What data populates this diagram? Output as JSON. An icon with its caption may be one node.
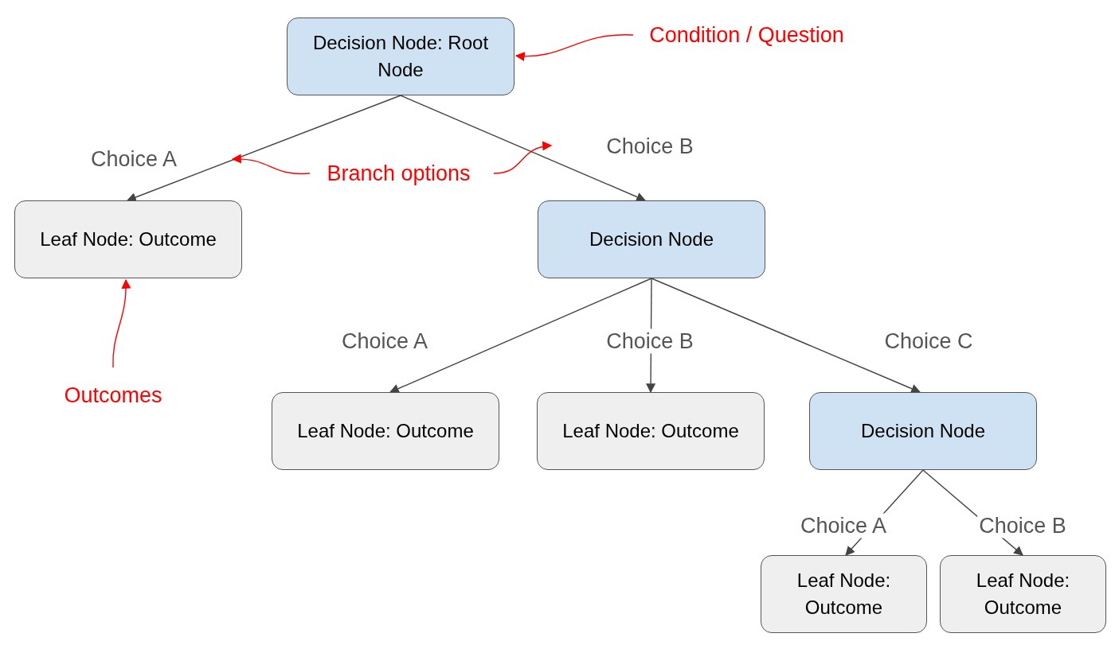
{
  "diagram": {
    "nodes": [
      {
        "text": [
          "Decision Node: Root Node"
        ]
      },
      {
        "text": [
          "Leaf Node: Outcome"
        ]
      },
      {
        "text": [
          "Decision Node"
        ]
      },
      {
        "text": [
          "Leaf Node: Outcome"
        ]
      },
      {
        "text": [
          "Leaf Node: Outcome"
        ]
      },
      {
        "text": [
          "Decision Node"
        ]
      },
      {
        "text": [
          "Leaf Node: Outcome"
        ]
      },
      {
        "text": [
          "Leaf Node: Outcome"
        ]
      },
      {
        "text": [
          "Condition / Question"
        ]
      },
      {
        "text": [
          "Branch options"
        ]
      },
      {
        "text": [
          "Outcomes"
        ]
      }
    ],
    "edges": [
      {
        "from": 0,
        "to": 1,
        "arrow": "to",
        "label": "Choice A"
      },
      {
        "from": 0,
        "to": 2,
        "arrow": "to",
        "label": "Choice B"
      },
      {
        "from": 2,
        "to": 3,
        "arrow": "to",
        "label": "Choice A"
      },
      {
        "from": 2,
        "to": 4,
        "arrow": "to",
        "label": "Choice B"
      },
      {
        "from": 2,
        "to": 5,
        "arrow": "to",
        "label": "Choice C"
      },
      {
        "from": 5,
        "to": 6,
        "arrow": "to",
        "label": "Choice A"
      },
      {
        "from": 5,
        "to": 7,
        "arrow": "to",
        "label": "Choice B"
      },
      {
        "from": 8,
        "to": 0,
        "arrow": "to",
        "color": "#ff0000"
      },
      {
        "from": 9,
        "to": null,
        "arrow": "to",
        "color": "#ff0000"
      },
      {
        "from": 9,
        "to": null,
        "arrow": "to",
        "color": "#ff0000"
      },
      {
        "from": 10,
        "to": 1,
        "arrow": "to",
        "color": "#ff0000"
      }
    ]
  }
}
